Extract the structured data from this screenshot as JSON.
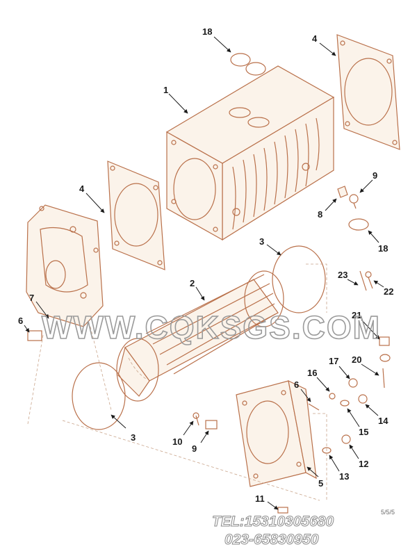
{
  "callouts": [
    "18",
    "4",
    "1",
    "9",
    "8",
    "18",
    "4",
    "3",
    "2",
    "23",
    "22",
    "7",
    "6",
    "21",
    "20",
    "3",
    "17",
    "16",
    "6",
    "14",
    "15",
    "10",
    "9",
    "5",
    "12",
    "13",
    "11"
  ],
  "watermark": {
    "site": "WWW.CQKSGS.COM",
    "phone": "TEL:15310305680",
    "alt_phone": "023-65830950",
    "corner_mark": "5/5/5"
  },
  "colors": {
    "line_art": "#b9704a",
    "callout_text": "#1a1a1a",
    "watermark": "#9a9a9a"
  }
}
